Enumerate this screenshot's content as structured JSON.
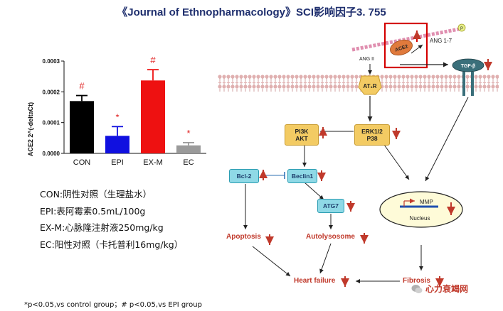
{
  "title": "《Journal of Ethnopharmacology》SCI影响因子3. 755",
  "chart_data": {
    "type": "bar",
    "ylabel": "ACE2 2^(-deltaCt)",
    "ylim": [
      0,
      0.0003
    ],
    "yticks": [
      "0.0000",
      "0.0001",
      "0.0002",
      "0.0003"
    ],
    "categories": [
      "CON",
      "EPI",
      "EX-M",
      "EC"
    ],
    "values": [
      0.00017,
      5.7e-05,
      0.000237,
      2.6e-05
    ],
    "errors": [
      1.8e-05,
      3e-05,
      3.5e-05,
      9e-06
    ],
    "colors": [
      "#000000",
      "#1010e0",
      "#ee1111",
      "#9a9a9a"
    ],
    "annotations": [
      "#",
      "*",
      "#",
      "*"
    ],
    "annotation_color": "#e02020"
  },
  "legend_lines": [
    "CON:阴性对照（生理盐水）",
    "EPI:表阿霉素0.5mL/100g",
    "EX-M:心脉隆注射液250mg/kg",
    "EC:阳性对照（卡托普利16mg/kg）"
  ],
  "footnote": "*p<0.05,vs control group；# p<0.05,vs EPI group",
  "pathway": {
    "ace2": "ACE2",
    "ang17": "ANG 1-7",
    "ang2": "ANG II",
    "at1r": "AT₁R",
    "tgfb": "TGF-β",
    "pi3k": "PI3K",
    "akt": "AKT",
    "erk": "ERK1/2",
    "p38": "P38",
    "bcl2": "Bcl-2",
    "beclin": "Beclin1",
    "atg7": "ATG7",
    "mmp": "MMP",
    "nucleus": "Nucleus",
    "apoptosis": "Apoptosis",
    "autolysosome": "Autolysosome",
    "heart_failure": "Heart failure",
    "fibrosis": "Fibrosis",
    "p_badge": "P"
  },
  "brand": "心力衰竭网"
}
